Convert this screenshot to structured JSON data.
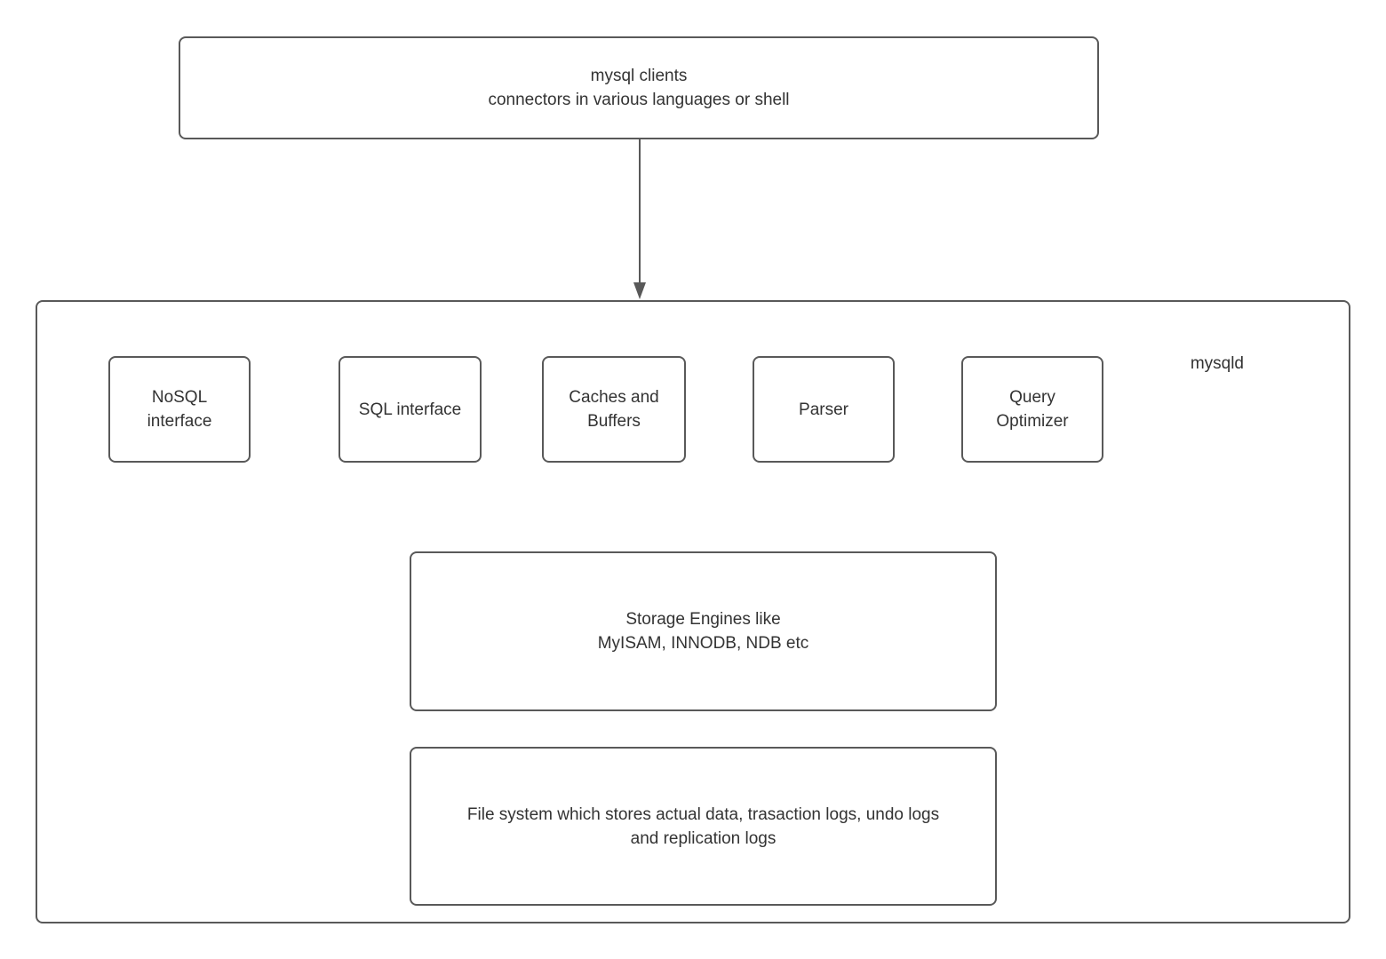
{
  "colors": {
    "border": "#595959",
    "text": "#333333",
    "background": "#ffffff"
  },
  "top_box": {
    "text": "mysql clients\nconnectors in various languages or shell"
  },
  "connector": {
    "direction": "down"
  },
  "container": {
    "label": "mysqld"
  },
  "components": [
    {
      "label": "NoSQL\ninterface"
    },
    {
      "label": "SQL interface"
    },
    {
      "label": "Caches and\nBuffers"
    },
    {
      "label": "Parser"
    },
    {
      "label": "Query\nOptimizer"
    }
  ],
  "storage_box": {
    "text": "Storage Engines like\nMyISAM, INNODB, NDB etc"
  },
  "file_system_box": {
    "text": "File system which stores actual data, trasaction logs, undo logs\nand replication logs"
  }
}
